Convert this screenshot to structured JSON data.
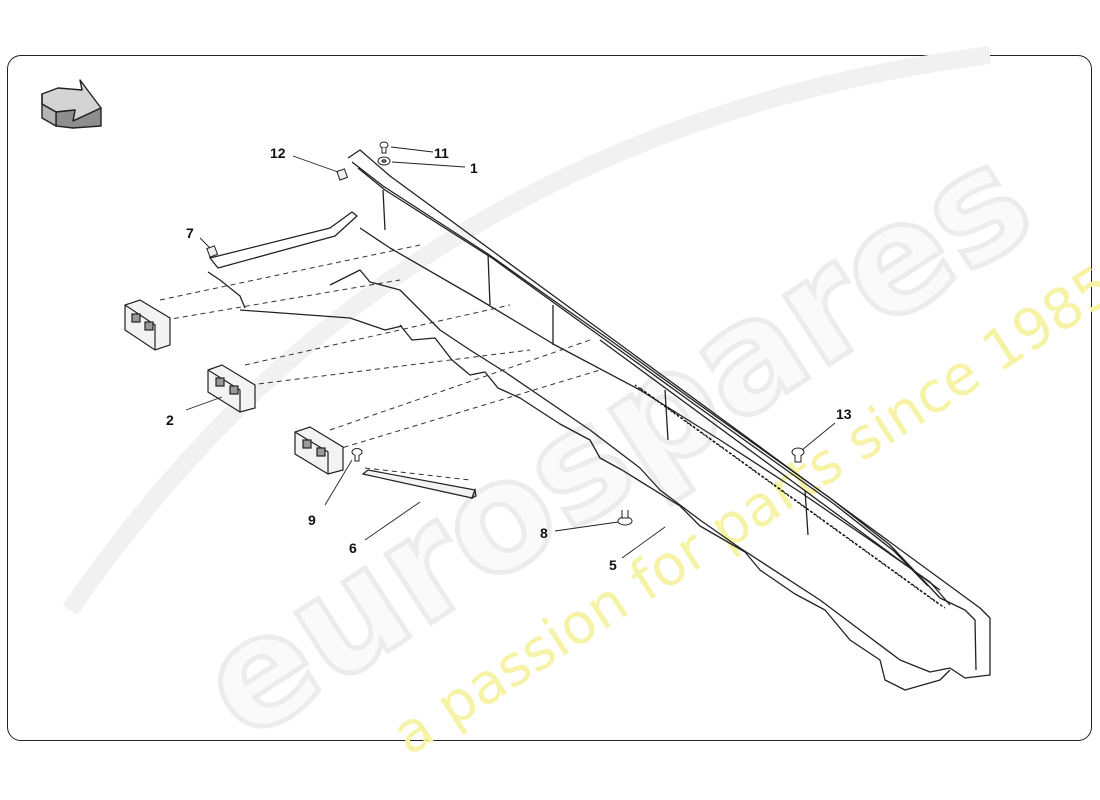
{
  "watermark": {
    "brand": "eurospares",
    "tagline": "a passion for parts since 1985",
    "brand_color": "#ececec",
    "tagline_color": "#f6f3a6"
  },
  "orientation_arrow": {
    "icon": "direction-arrow-icon"
  },
  "callouts": [
    {
      "id": "11",
      "label": "11"
    },
    {
      "id": "1",
      "label": "1"
    },
    {
      "id": "12",
      "label": "12"
    },
    {
      "id": "7",
      "label": "7"
    },
    {
      "id": "2",
      "label": "2"
    },
    {
      "id": "13",
      "label": "13"
    },
    {
      "id": "9",
      "label": "9"
    },
    {
      "id": "6",
      "label": "6"
    },
    {
      "id": "8",
      "label": "8"
    },
    {
      "id": "5",
      "label": "5"
    }
  ]
}
